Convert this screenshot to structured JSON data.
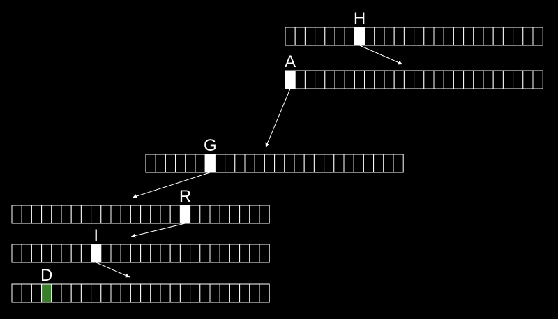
{
  "diagram": {
    "colors": {
      "background": "#000000",
      "cell_border": "#ffffff",
      "highlight": "#ffffff",
      "final_highlight": "#3a7d2c",
      "arrow": "#ffffff",
      "label": "#ffffff"
    },
    "cells_per_row": 26,
    "rows": [
      {
        "label": "H",
        "highlight_index": 7,
        "final": false
      },
      {
        "label": "A",
        "highlight_index": 0,
        "final": false
      },
      {
        "label": "G",
        "highlight_index": 6,
        "final": false
      },
      {
        "label": "R",
        "highlight_index": 17,
        "final": false
      },
      {
        "label": "I",
        "highlight_index": 8,
        "final": false
      },
      {
        "label": "D",
        "highlight_index": 3,
        "final": true
      }
    ]
  }
}
